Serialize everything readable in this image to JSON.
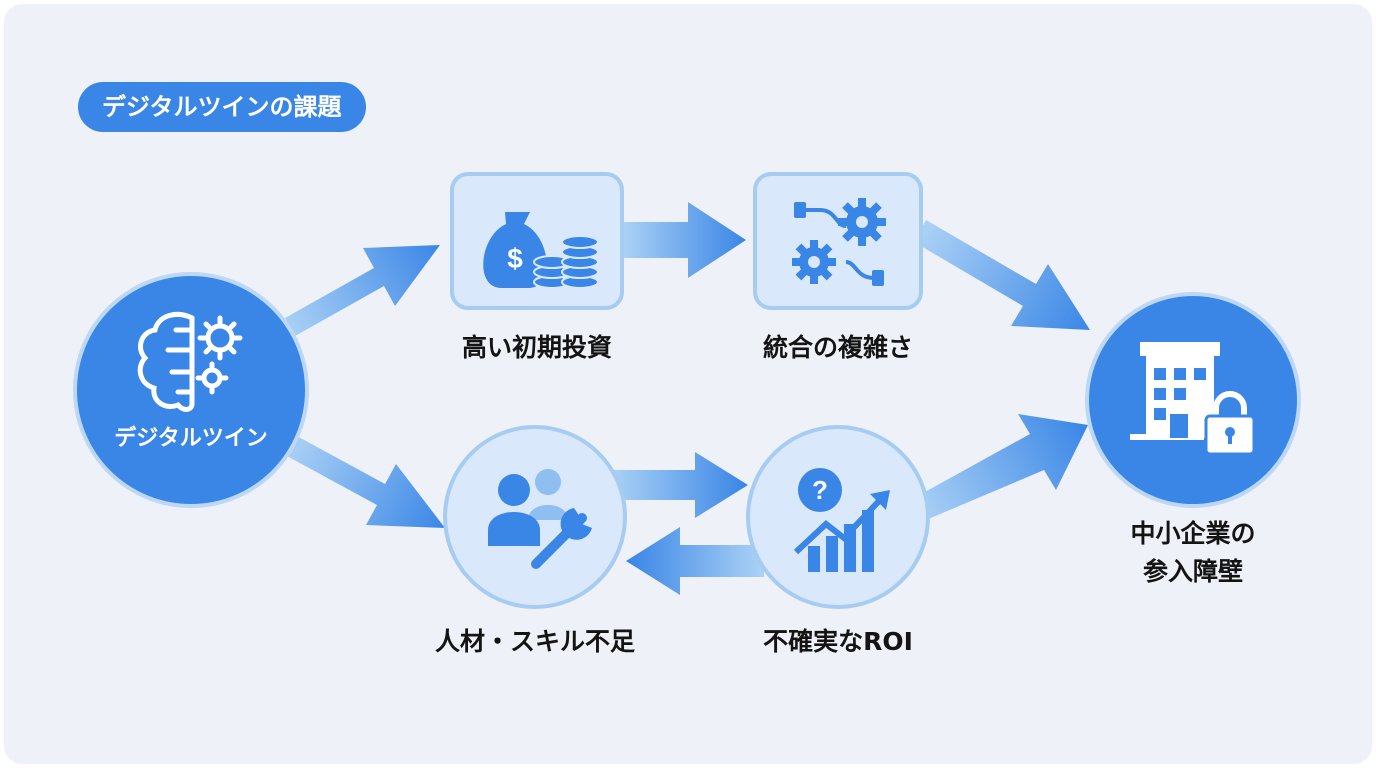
{
  "header": {
    "title": "デジタルツインの課題"
  },
  "nodes": {
    "start": {
      "label": "デジタルツイン",
      "icon": "brain-gears-icon"
    },
    "cost": {
      "label": "高い初期投資",
      "icon": "money-bag-coins-icon"
    },
    "integration": {
      "label": "統合の複雑さ",
      "icon": "gears-plug-icon"
    },
    "talent": {
      "label": "人材・スキル不足",
      "icon": "people-wrench-icon"
    },
    "roi": {
      "label": "不確実なROI",
      "icon": "question-chart-icon"
    },
    "barrier": {
      "label_line1": "中小企業の",
      "label_line2": "参入障壁",
      "icon": "building-lock-icon"
    }
  },
  "colors": {
    "primary": "#3a86e6",
    "arrow_light": "#a9d0f5",
    "box_fill": "#d9e8fa",
    "box_border": "#a6ccf2",
    "background": "#eef2f8"
  }
}
